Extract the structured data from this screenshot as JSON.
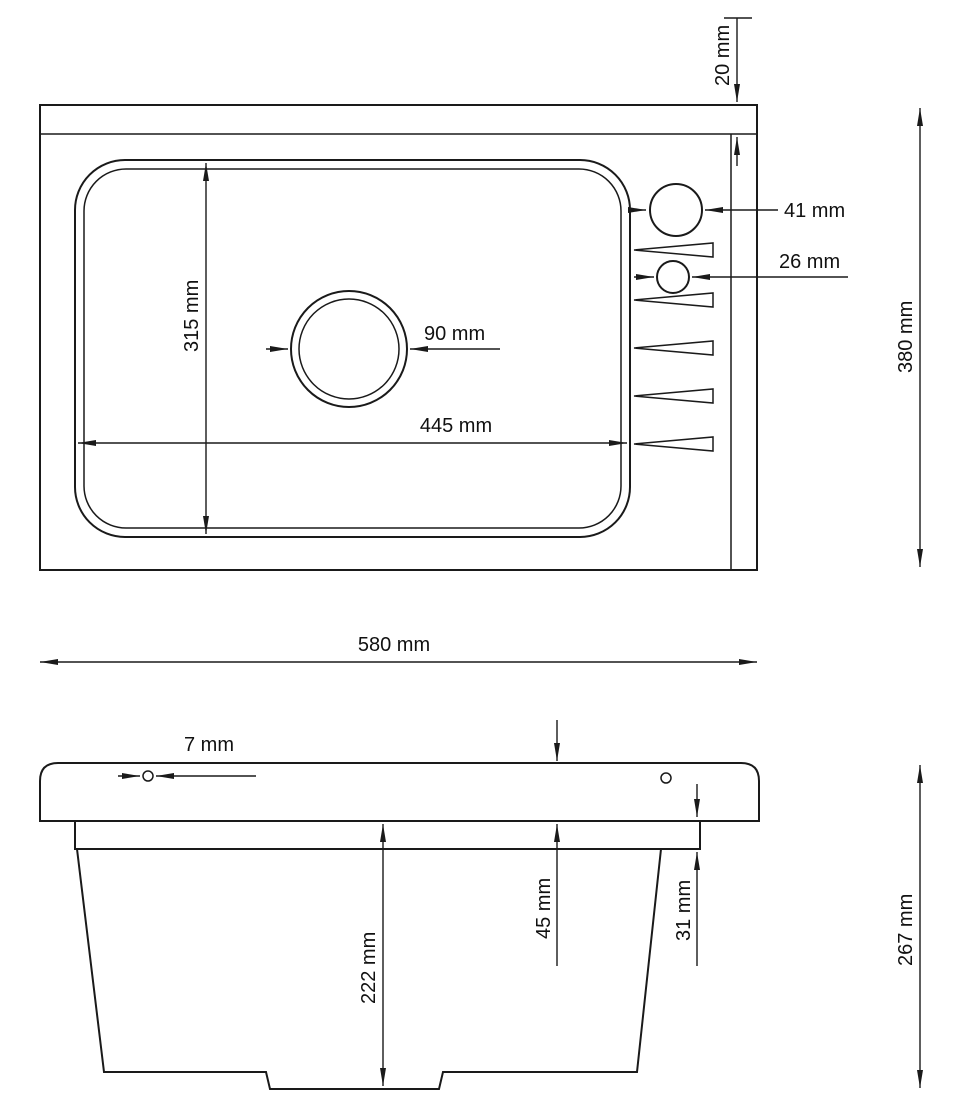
{
  "page": {
    "background": "#ffffff",
    "line_color": "#1a1a1a",
    "description": "Technical dimension drawing of a kitchen sink, top view and side section view"
  },
  "top_view": {
    "dim_rim_width": "20 mm",
    "dim_tap_hole": "41 mm",
    "dim_accessory_hole": "26 mm",
    "dim_bowl_length": "315 mm",
    "dim_drain_hole": "90 mm",
    "dim_bowl_width": "445 mm",
    "dim_overall_depth": "380 mm",
    "dim_overall_width": "580 mm"
  },
  "side_view": {
    "dim_fixing_hole": "7 mm",
    "dim_rim_thickness": "45 mm",
    "dim_flange_depth": "31 mm",
    "dim_bowl_depth": "222 mm",
    "dim_overall_height": "267 mm"
  }
}
